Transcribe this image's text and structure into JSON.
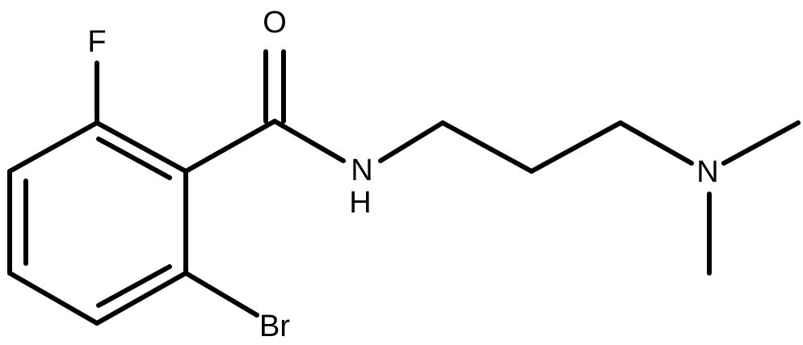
{
  "molecule": {
    "atoms": {
      "fluorine": "F",
      "oxygen": "O",
      "nitrogen_amide": "N",
      "hydrogen_amide": "H",
      "nitrogen_amine": "N",
      "bromine": "Br"
    },
    "colors": {
      "bond": "#000000",
      "label": "#000000",
      "background": "#ffffff"
    }
  }
}
